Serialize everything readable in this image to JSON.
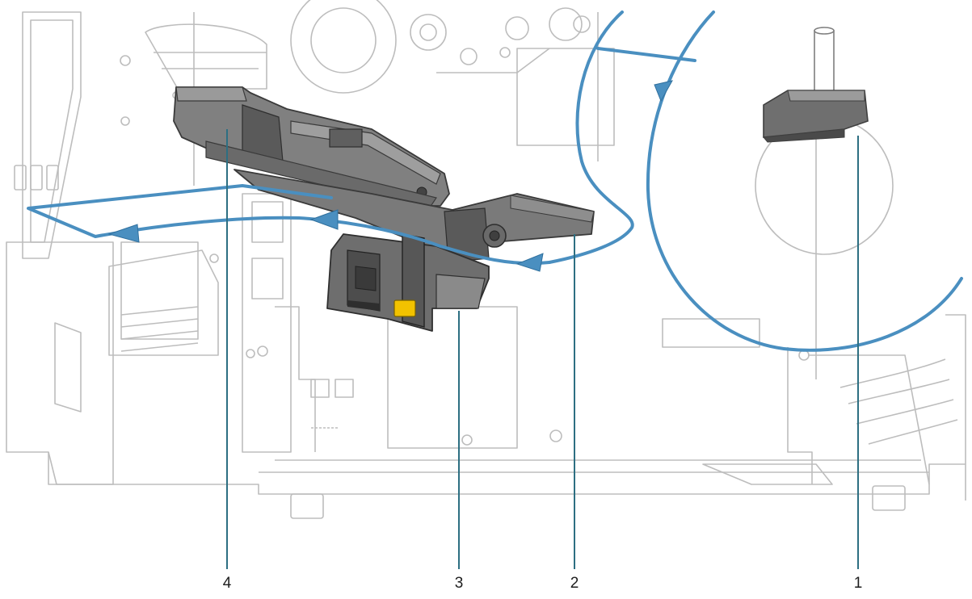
{
  "diagram": {
    "callouts": [
      {
        "id": "callout-1",
        "number": "1"
      },
      {
        "id": "callout-2",
        "number": "2"
      },
      {
        "id": "callout-3",
        "number": "3"
      },
      {
        "id": "callout-4",
        "number": "4"
      }
    ]
  },
  "colors": {
    "media_path": "#4a8fc0",
    "outline": "#b9b9b9",
    "part_fill": "#737373",
    "part_dark": "#3f3f3f",
    "leader_line": "#2d6f82",
    "latch": "#f2c200"
  }
}
